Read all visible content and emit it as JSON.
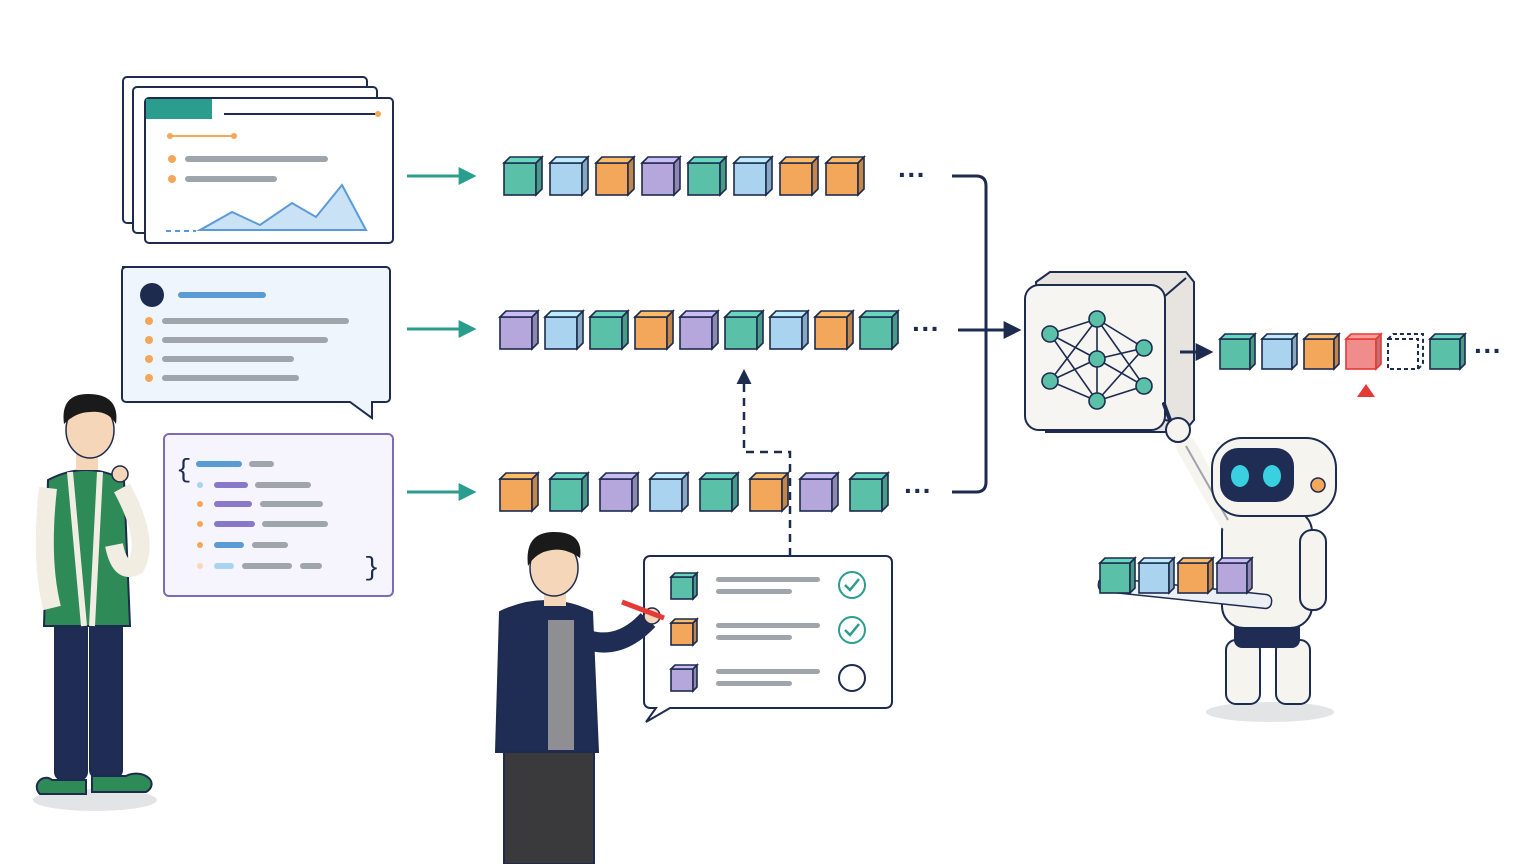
{
  "diagram": {
    "code_open_brace": "{",
    "code_close_brace": "}",
    "ellipsis": "···",
    "colors": {
      "teal": "#5bc0a8",
      "blue": "#a9d3ef",
      "orange": "#f3a75a",
      "purple": "#b5a7dc",
      "red": "#f08c8c",
      "navy": "#1d2b4f",
      "arrow_teal": "#2a9d8f",
      "red_marker": "#e53935"
    },
    "sequences": {
      "row1": [
        "teal",
        "blue",
        "orange",
        "purple",
        "teal",
        "blue",
        "orange",
        "orange"
      ],
      "row2": [
        "purple",
        "blue",
        "teal",
        "orange",
        "purple",
        "teal",
        "blue",
        "orange",
        "teal"
      ],
      "row3": [
        "orange",
        "teal",
        "purple",
        "blue",
        "teal",
        "orange",
        "purple",
        "teal"
      ],
      "output": [
        "teal",
        "blue",
        "orange",
        "red",
        "empty",
        "teal"
      ],
      "tray": [
        "teal",
        "blue",
        "orange",
        "purple"
      ],
      "checklist": [
        "teal",
        "orange",
        "purple"
      ]
    },
    "checklist_status": [
      "checked",
      "checked",
      "unchecked"
    ],
    "icons": [
      "document-stack-icon",
      "chat-bubble-icon",
      "code-card-icon",
      "neural-network-icon",
      "check-circle-icon",
      "robot-icon",
      "person-thinking-icon",
      "person-annotating-icon"
    ]
  }
}
